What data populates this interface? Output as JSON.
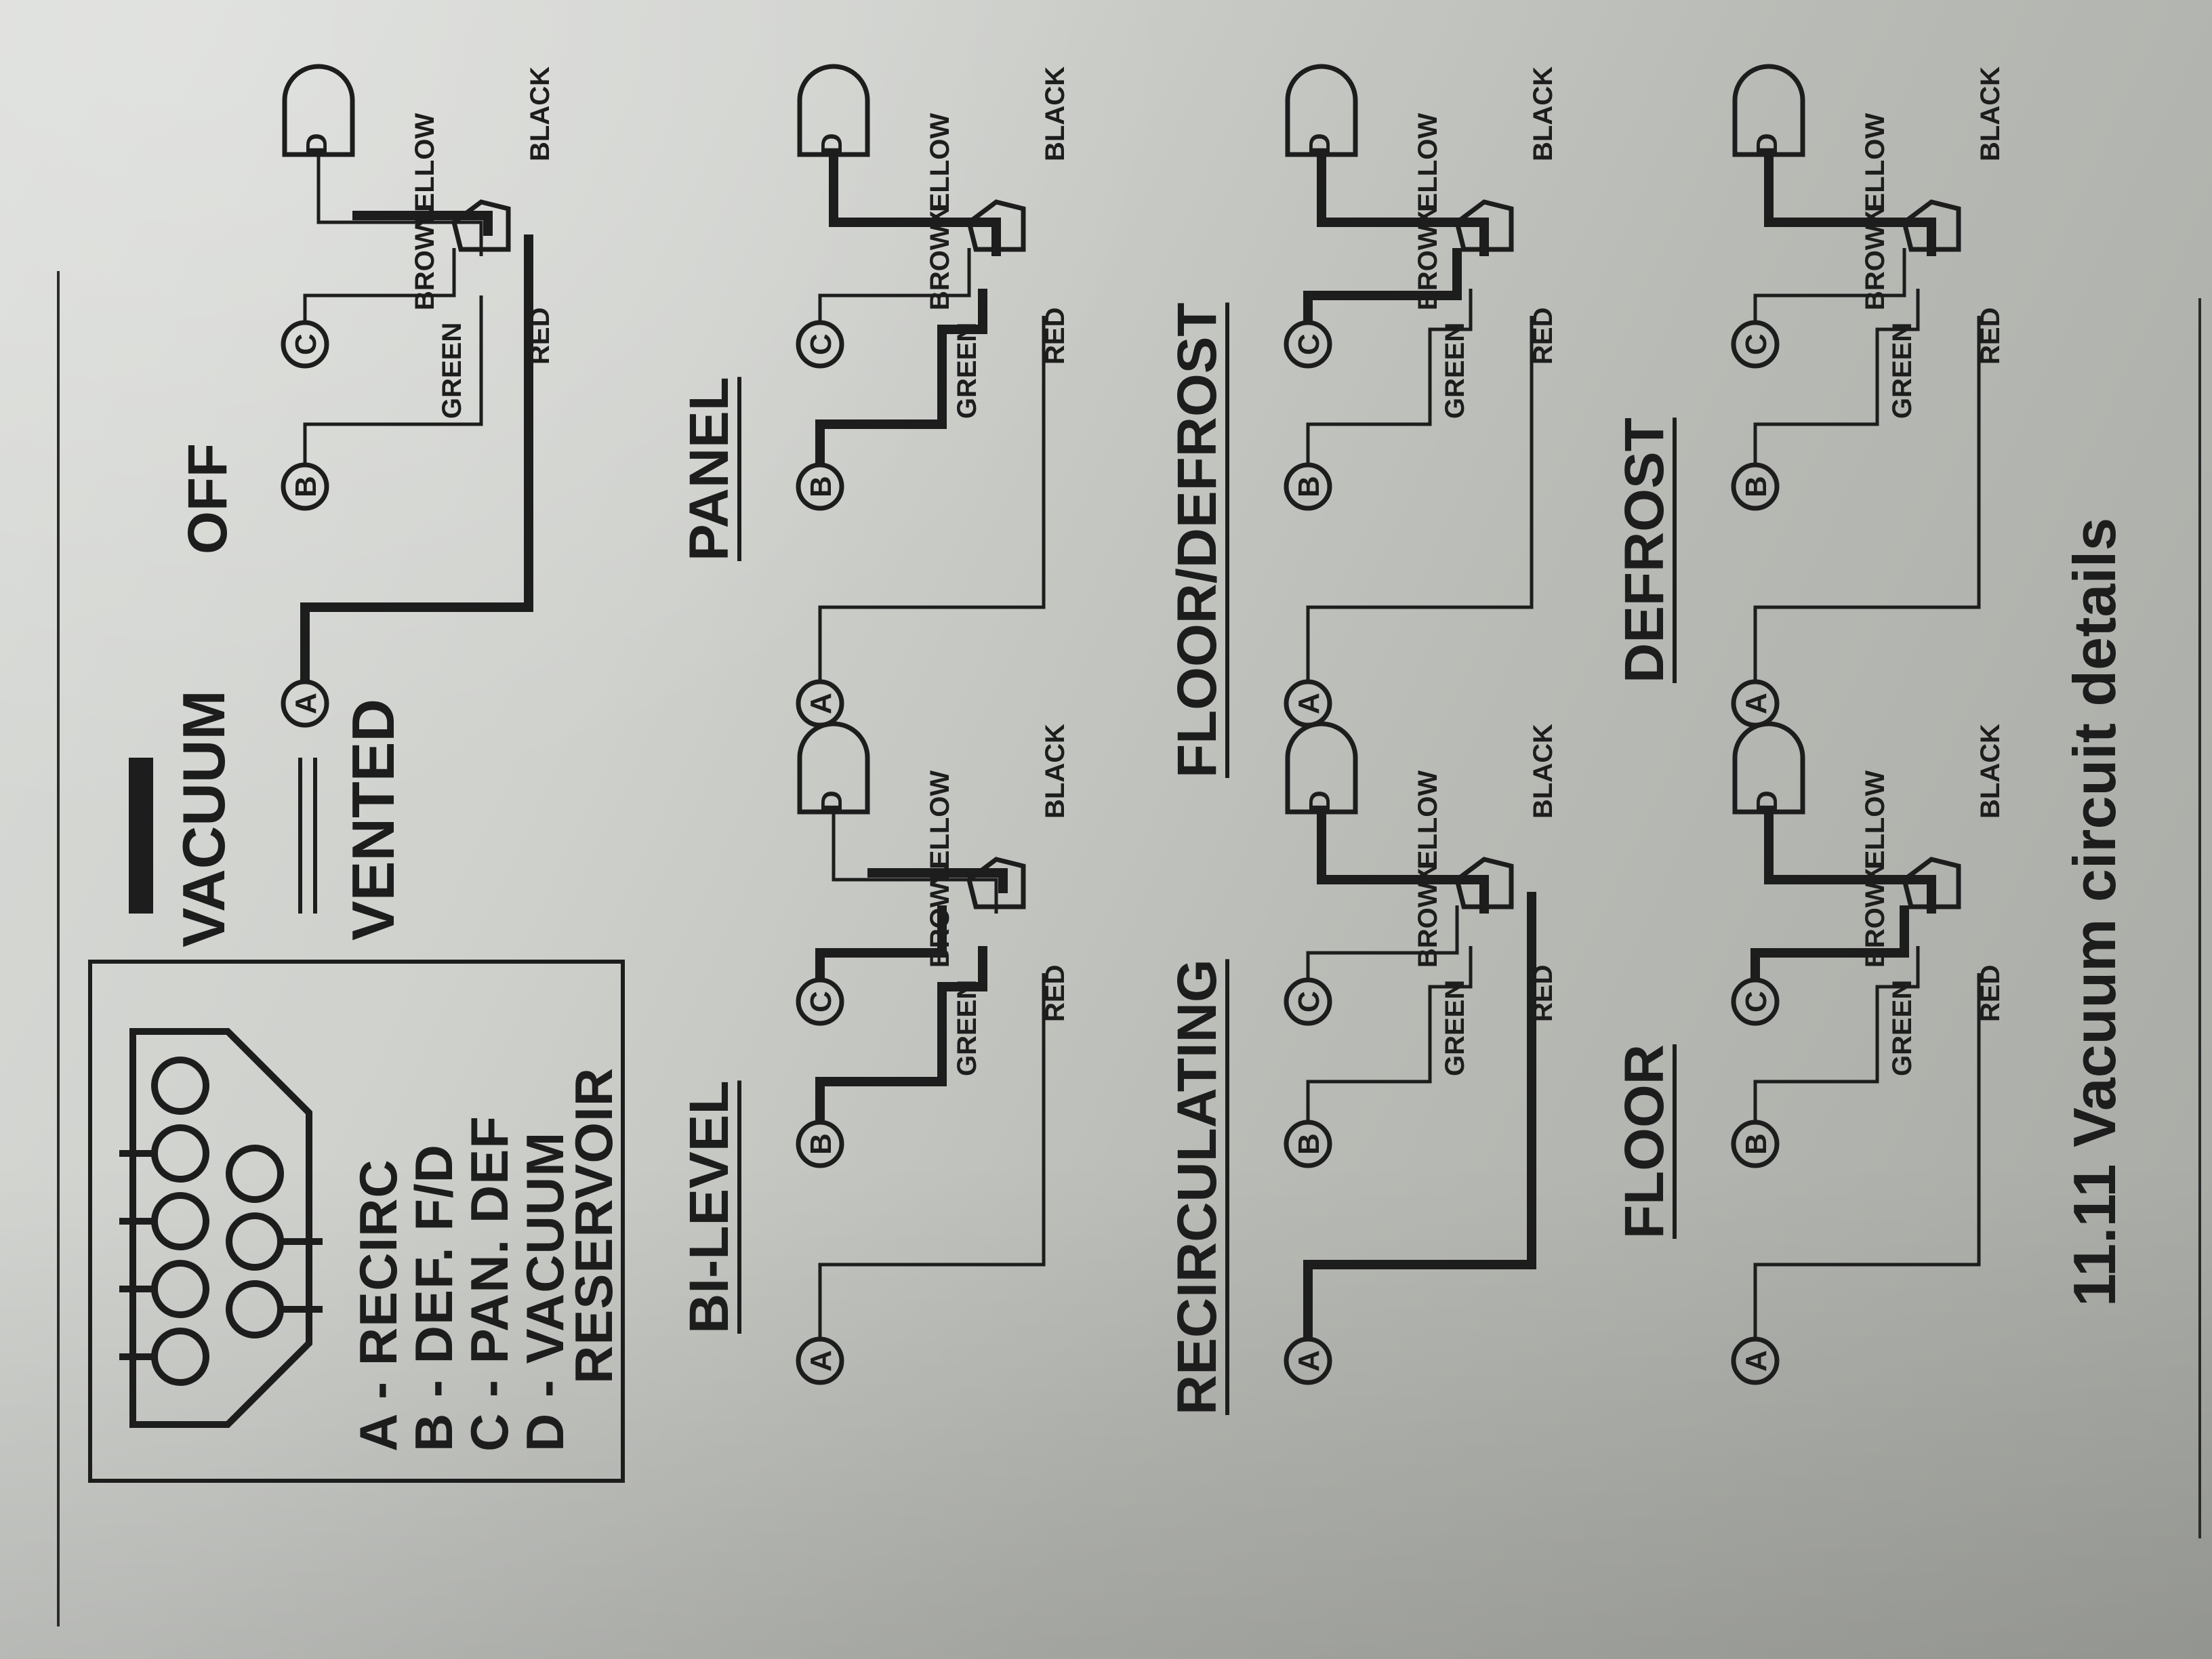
{
  "legend": {
    "lines": [
      "A - RECIRC",
      "B - DEF. F/D",
      "C - PAN. DEF",
      "D - VACUUM",
      "RESERVOIR"
    ]
  },
  "key": {
    "vacuum_label": "VACUUM",
    "vented_label": "VENTED"
  },
  "panels": [
    {
      "title": "OFF"
    },
    {
      "title": "BI-LEVEL"
    },
    {
      "title": "PANEL"
    },
    {
      "title": "RECIRCULATING"
    },
    {
      "title": "FLOOR/DEFROST"
    },
    {
      "title": "FLOOR"
    },
    {
      "title": "DEFROST"
    }
  ],
  "ports": [
    "A",
    "B",
    "C",
    "D"
  ],
  "wires": {
    "green": "GREEN",
    "brown": "BROWN",
    "yellow": "YELLOW",
    "red": "RED",
    "black": "BLACK"
  },
  "caption": "11.11 Vacuum circuit details",
  "colors": {
    "ink": "#1d1d1d",
    "paper": "#d2d4d0"
  }
}
